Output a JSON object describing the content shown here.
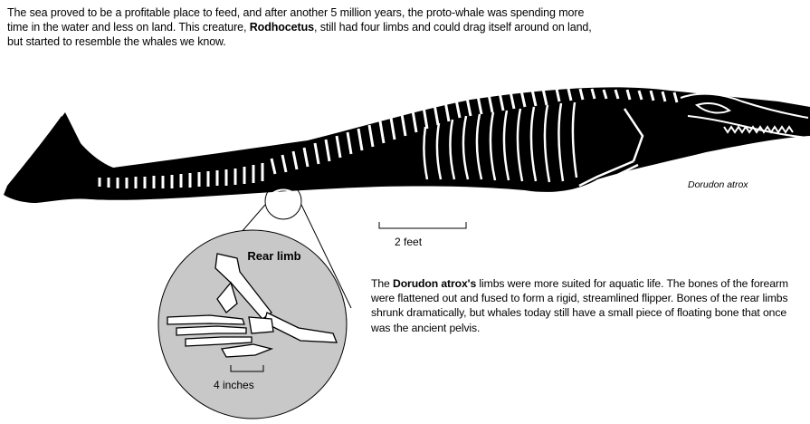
{
  "intro": {
    "text_before": "The sea proved to be a profitable place to feed, and after another 5 million years, the proto-whale was spending more time in the water and less on land. This creature, ",
    "name": "Rodhocetus",
    "text_after": ", still had four limbs and could drag itself around on land, but started to resemble the whales we know."
  },
  "species_label": "Dorudon atrox",
  "scale_body": "2 feet",
  "rear_limb_label": "Rear limb",
  "scale_limb": "4 inches",
  "description": {
    "text_before": "The ",
    "name": "Dorudon atrox's",
    "text_after": " limbs were more suited for aquatic life. The bones of the forearm were flattened out and fused to form a rigid, streamlined flipper. Bones of the rear limbs shrunk dramatically, but whales today still have a small piece of floating bone that once was the ancient pelvis."
  },
  "colors": {
    "body": "#000000",
    "bone": "#ffffff",
    "inset_fill": "#c8c8c8"
  }
}
